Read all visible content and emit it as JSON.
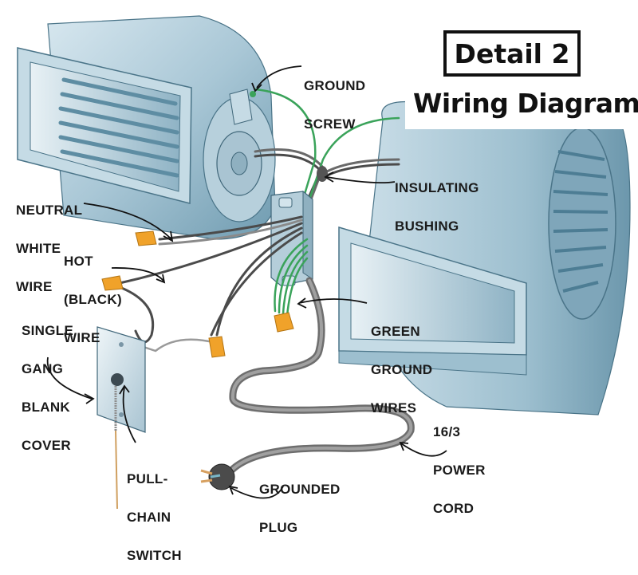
{
  "title": {
    "detail": "Detail 2",
    "subtitle": "Wiring Diagram"
  },
  "labels": {
    "ground_screw": [
      "GROUND",
      "SCREW"
    ],
    "insulating_bushing": [
      "INSULATING",
      "BUSHING"
    ],
    "neutral_white_wire": [
      "NEUTRAL",
      "WHITE",
      "WIRE"
    ],
    "hot_black_wire": [
      "HOT",
      "(BLACK)",
      "WIRE"
    ],
    "green_ground_wires": [
      "GREEN",
      "GROUND",
      "WIRES"
    ],
    "single_gang_blank_cover": [
      "SINGLE",
      "GANG",
      "BLANK",
      "COVER"
    ],
    "power_cord": [
      "16/3",
      "POWER",
      "CORD"
    ],
    "pull_chain_switch": [
      "PULL-",
      "CHAIN",
      "SWITCH"
    ],
    "grounded_plug": [
      "GROUNDED",
      "PLUG"
    ]
  },
  "colors": {
    "blower_housing": "#a9c7d6",
    "blower_shadow": "#5e8da3",
    "ground_wire": "#3aa35a",
    "wire_nut": "#f0a22a",
    "cord_gray": "#8a8a8a",
    "label_text": "#1a1a1a"
  }
}
